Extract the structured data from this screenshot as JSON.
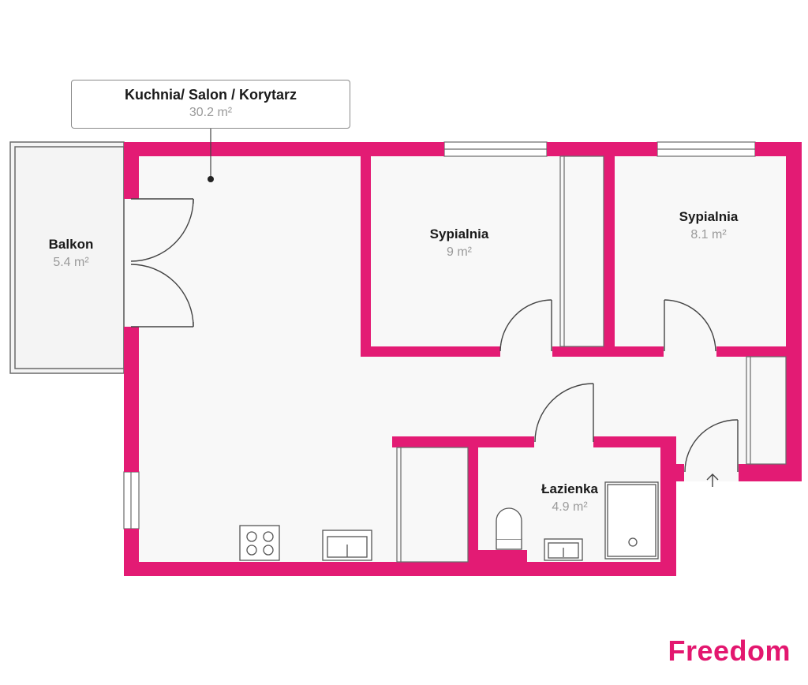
{
  "colors": {
    "wall": "#E31B74",
    "floor": "#F8F8F8",
    "outline": "#555555",
    "label_dark": "#1A1A1A",
    "label_grey": "#9A9A9A",
    "brand": "#E3176F"
  },
  "rooms": {
    "main": {
      "name": "Kuchnia/ Salon / Korytarz",
      "area": "30.2 m²"
    },
    "balcony": {
      "name": "Balkon",
      "area": "5.4 m²"
    },
    "bedroom1": {
      "name": "Sypialnia",
      "area": "9 m²"
    },
    "bedroom2": {
      "name": "Sypialnia",
      "area": "8.1 m²"
    },
    "bathroom": {
      "name": "Łazienka",
      "area": "4.9 m²"
    }
  },
  "fixtures": [
    "stove-icon",
    "kitchen-sink-icon",
    "toilet-icon",
    "washbasin-icon",
    "shower-icon",
    "entrance-arrow-icon"
  ],
  "brand": {
    "name": "Freedom"
  }
}
